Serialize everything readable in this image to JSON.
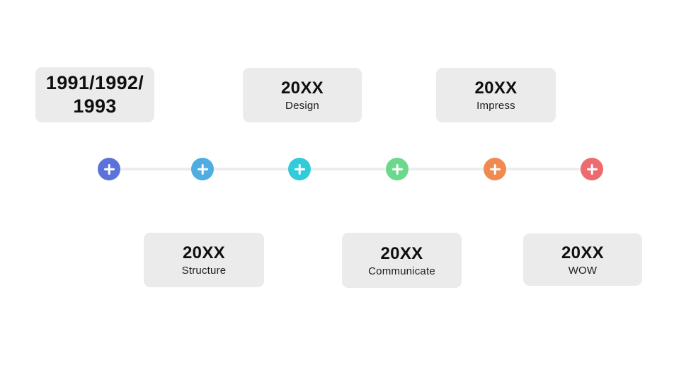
{
  "timeline": {
    "line_color": "#EDEDED",
    "plus_icon": "plus",
    "milestones": [
      {
        "title": "1991/1992/\n1993",
        "subtitle": "",
        "placement": "top",
        "node_color": "#5B72DB"
      },
      {
        "title": "20XX",
        "subtitle": "Structure",
        "placement": "bottom",
        "node_color": "#4FADE1"
      },
      {
        "title": "20XX",
        "subtitle": "Design",
        "placement": "top",
        "node_color": "#31CBD9"
      },
      {
        "title": "20XX",
        "subtitle": "Communicate",
        "placement": "bottom",
        "node_color": "#6CD88B"
      },
      {
        "title": "20XX",
        "subtitle": "Impress",
        "placement": "top",
        "node_color": "#F08A51"
      },
      {
        "title": "20XX",
        "subtitle": "WOW",
        "placement": "bottom",
        "node_color": "#ED6B6E"
      }
    ]
  }
}
